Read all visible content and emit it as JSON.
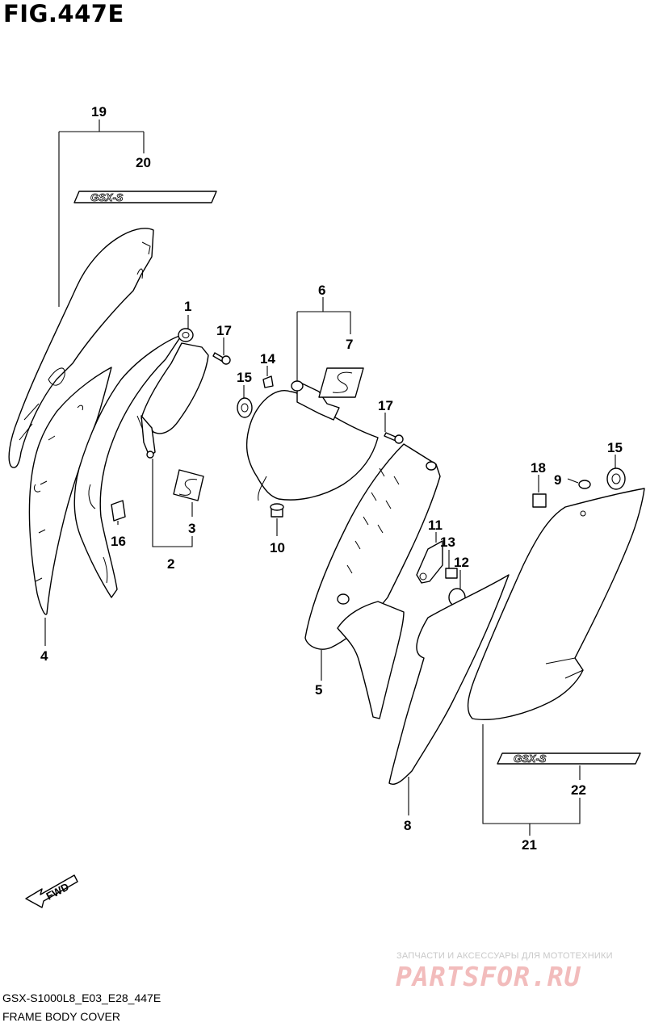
{
  "figure": {
    "title": "FIG.447E"
  },
  "footer": {
    "model_code": "GSX-S1000L8_E03_E28_447E",
    "section_name": "FRAME BODY COVER"
  },
  "watermark": {
    "tagline": "ЗАПЧАСТИ И АКСЕССУАРЫ ДЛЯ МОТОТЕХНИКИ",
    "site": "PARTSFOR.RU"
  },
  "fwd_label": "FWD",
  "emblem_text": "GSX-S",
  "callouts": {
    "c1": "1",
    "c2": "2",
    "c3": "3",
    "c4": "4",
    "c5": "5",
    "c6": "6",
    "c7": "7",
    "c8": "8",
    "c9": "9",
    "c10": "10",
    "c11": "11",
    "c12": "12",
    "c13": "13",
    "c14": "14",
    "c15a": "15",
    "c15b": "15",
    "c16": "16",
    "c17a": "17",
    "c17b": "17",
    "c18": "18",
    "c19": "19",
    "c20": "20",
    "c21": "21",
    "c22": "22"
  },
  "colors": {
    "line": "#000000",
    "watermark": "#f2bcbc",
    "background": "#ffffff"
  }
}
